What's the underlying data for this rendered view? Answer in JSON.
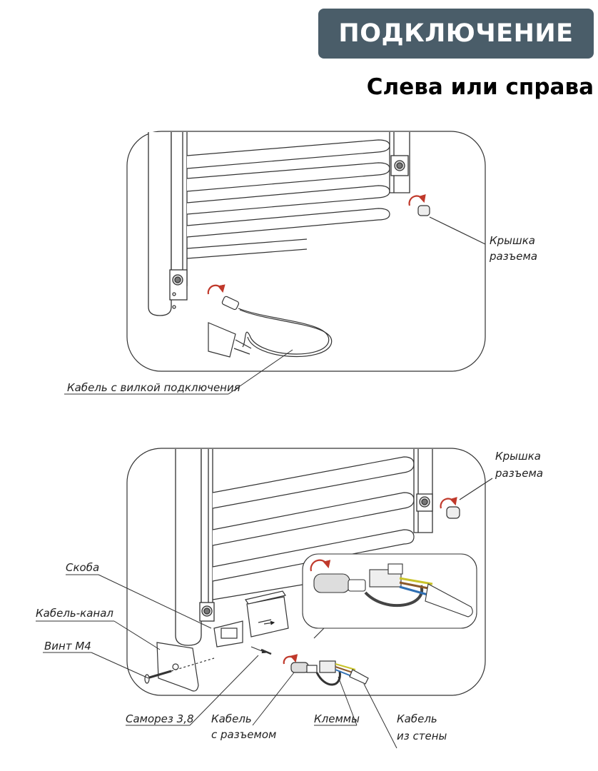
{
  "header": {
    "title": "ПОДКЛЮЧЕНИЕ",
    "subtitle": "Слева или справа"
  },
  "colors": {
    "badge": "#4a5d69",
    "arrow": "#c0392b",
    "wire_brown": "#8b5a2b",
    "wire_blue": "#2f6fb3",
    "wire_yellow_green": "#c9c32a"
  },
  "diagram1": {
    "labels": {
      "cap_line1": "Крышка",
      "cap_line2": "разъема",
      "cable_plug": "Кабель с вилкой подключения"
    }
  },
  "diagram2": {
    "labels": {
      "cap_line1": "Крышка",
      "cap_line2": "разъема",
      "bracket": "Скоба",
      "cable_channel": "Кабель-канал",
      "screw_m4": "Винт М4",
      "self_tap": "Саморез 3,8",
      "connector_cable_line1": "Кабель",
      "connector_cable_line2": "с разъемом",
      "terminals": "Клеммы",
      "wall_cable_line1": "Кабель",
      "wall_cable_line2": "из стены"
    }
  }
}
